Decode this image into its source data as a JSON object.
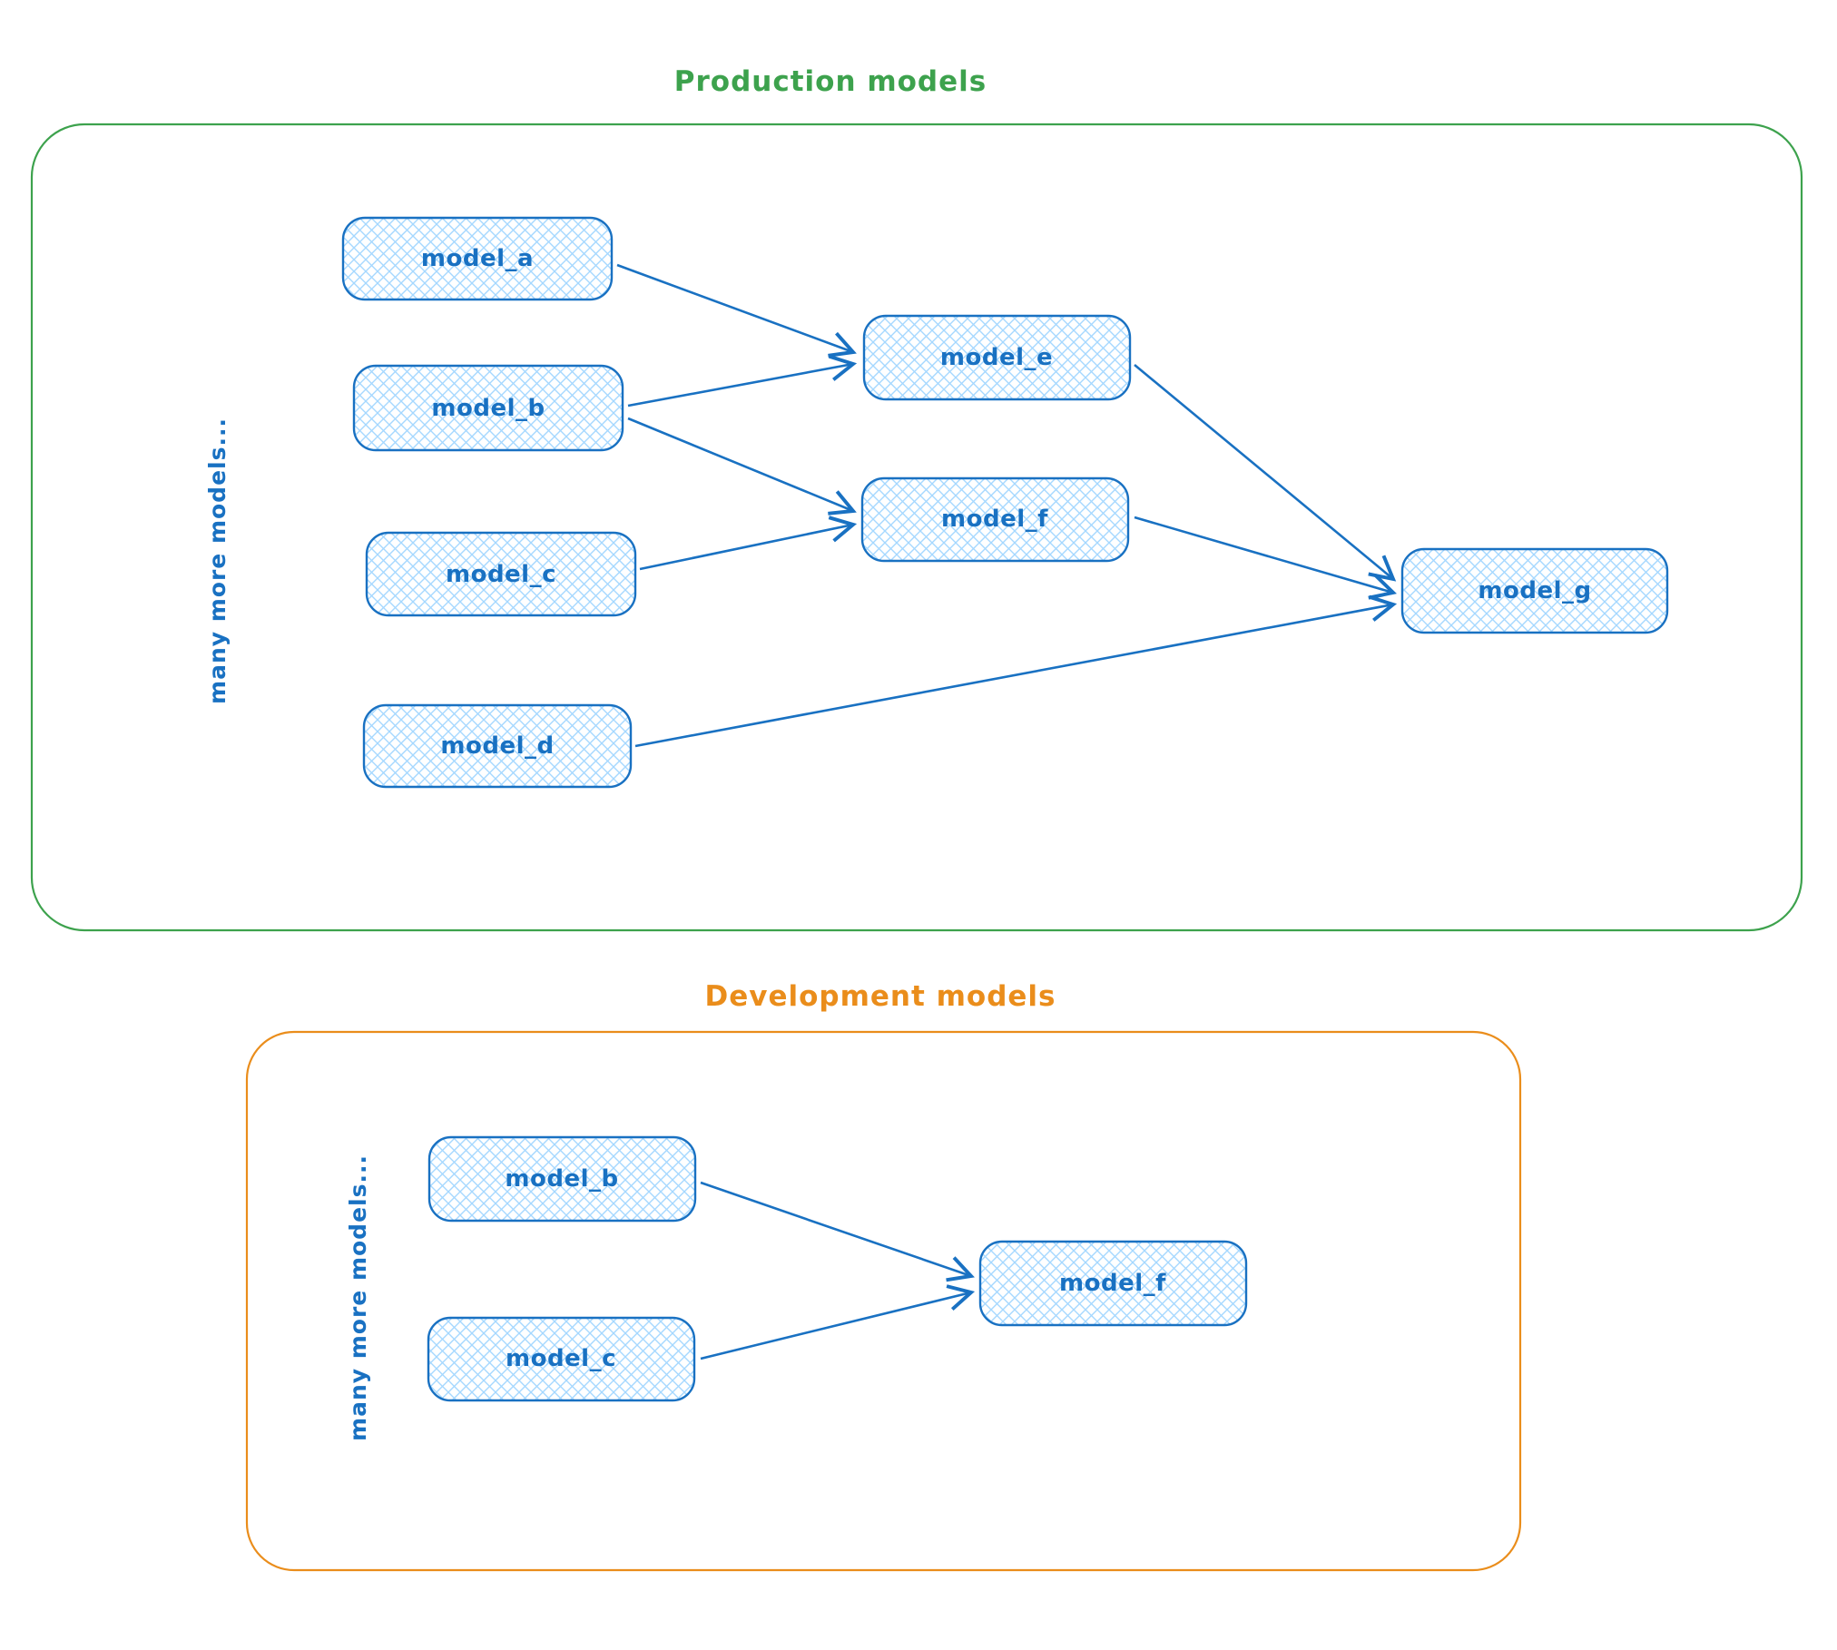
{
  "diagram": {
    "production": {
      "title": "Production models",
      "side_label": "many more models...",
      "nodes": [
        {
          "id": "model_a",
          "label": "model_a"
        },
        {
          "id": "model_b",
          "label": "model_b"
        },
        {
          "id": "model_c",
          "label": "model_c"
        },
        {
          "id": "model_d",
          "label": "model_d"
        },
        {
          "id": "model_e",
          "label": "model_e"
        },
        {
          "id": "model_f",
          "label": "model_f"
        },
        {
          "id": "model_g",
          "label": "model_g"
        }
      ],
      "edges": [
        {
          "from": "model_a",
          "to": "model_e"
        },
        {
          "from": "model_b",
          "to": "model_e"
        },
        {
          "from": "model_b",
          "to": "model_f"
        },
        {
          "from": "model_c",
          "to": "model_f"
        },
        {
          "from": "model_d",
          "to": "model_g"
        },
        {
          "from": "model_e",
          "to": "model_g"
        },
        {
          "from": "model_f",
          "to": "model_g"
        }
      ]
    },
    "development": {
      "title": "Development models",
      "side_label": "many more models...",
      "nodes": [
        {
          "id": "model_b",
          "label": "model_b"
        },
        {
          "id": "model_c",
          "label": "model_c"
        },
        {
          "id": "model_f",
          "label": "model_f"
        }
      ],
      "edges": [
        {
          "from": "model_b",
          "to": "model_f"
        },
        {
          "from": "model_c",
          "to": "model_f"
        }
      ]
    },
    "colors": {
      "node_stroke": "#1971c2",
      "node_fill_lines": "#a5d8ff",
      "production_border": "#3da24d",
      "development_border": "#ea8d1b"
    }
  }
}
